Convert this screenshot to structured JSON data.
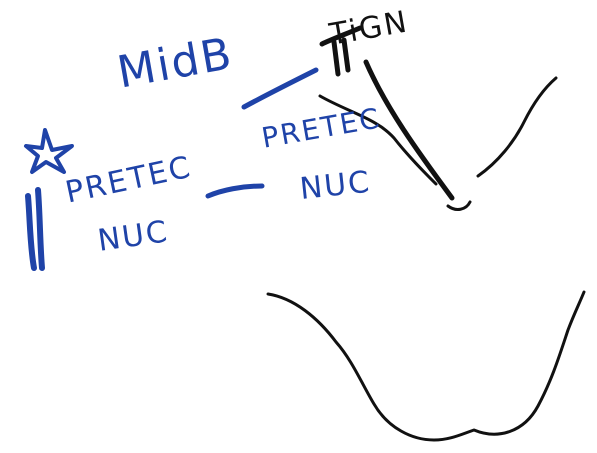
{
  "labels": {
    "title": "MidB",
    "left_nucleus_line1": "PRETEC",
    "left_nucleus_line2": "NUC",
    "right_nucleus_line1": "PRETEC",
    "right_nucleus_line2": "NUC",
    "pointer_label": "TiGN"
  },
  "colors": {
    "blue_ink": "#1f43a8",
    "black_ink": "#111111",
    "background": "#ffffff"
  }
}
